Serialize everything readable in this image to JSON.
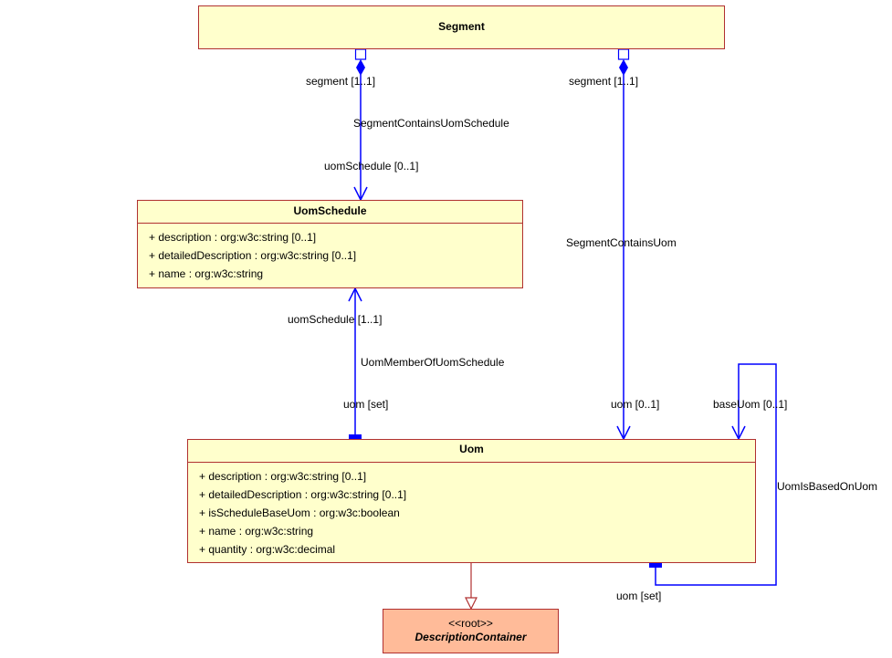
{
  "classes": {
    "segment": {
      "name": "Segment"
    },
    "uom_schedule": {
      "name": "UomSchedule",
      "attributes": [
        "+ description : org:w3c:string [0..1]",
        "+ detailedDescription : org:w3c:string [0..1]",
        "+ name : org:w3c:string"
      ]
    },
    "uom": {
      "name": "Uom",
      "attributes": [
        "+ description : org:w3c:string [0..1]",
        "+ detailedDescription : org:w3c:string [0..1]",
        "+ isScheduleBaseUom : org:w3c:boolean",
        "+ name : org:w3c:string",
        "+ quantity : org:w3c:decimal"
      ]
    },
    "description_container": {
      "stereotype": "<<root>>",
      "name": "DescriptionContainer"
    }
  },
  "associations": {
    "segment_contains_uom_schedule": {
      "name": "SegmentContainsUomSchedule",
      "source_role": "segment [1..1]",
      "target_role": "uomSchedule [0..1]"
    },
    "segment_contains_uom": {
      "name": "SegmentContainsUom",
      "source_role": "segment [1..1]",
      "target_role": "uom [0..1]"
    },
    "uom_member_of_uom_schedule": {
      "name": "UomMemberOfUomSchedule",
      "source_role": "uom [set]",
      "target_role": "uomSchedule [1..1]"
    },
    "uom_is_based_on_uom": {
      "name": "UomIsBasedOnUom",
      "source_role": "uom [set]",
      "target_role": "baseUom [0..1]"
    }
  },
  "colors": {
    "class_fill": "#ffffcc",
    "class_border": "#b03030",
    "root_fill": "#ffbb99",
    "association_line": "#0000ff",
    "generalization_line": "#b03030"
  }
}
